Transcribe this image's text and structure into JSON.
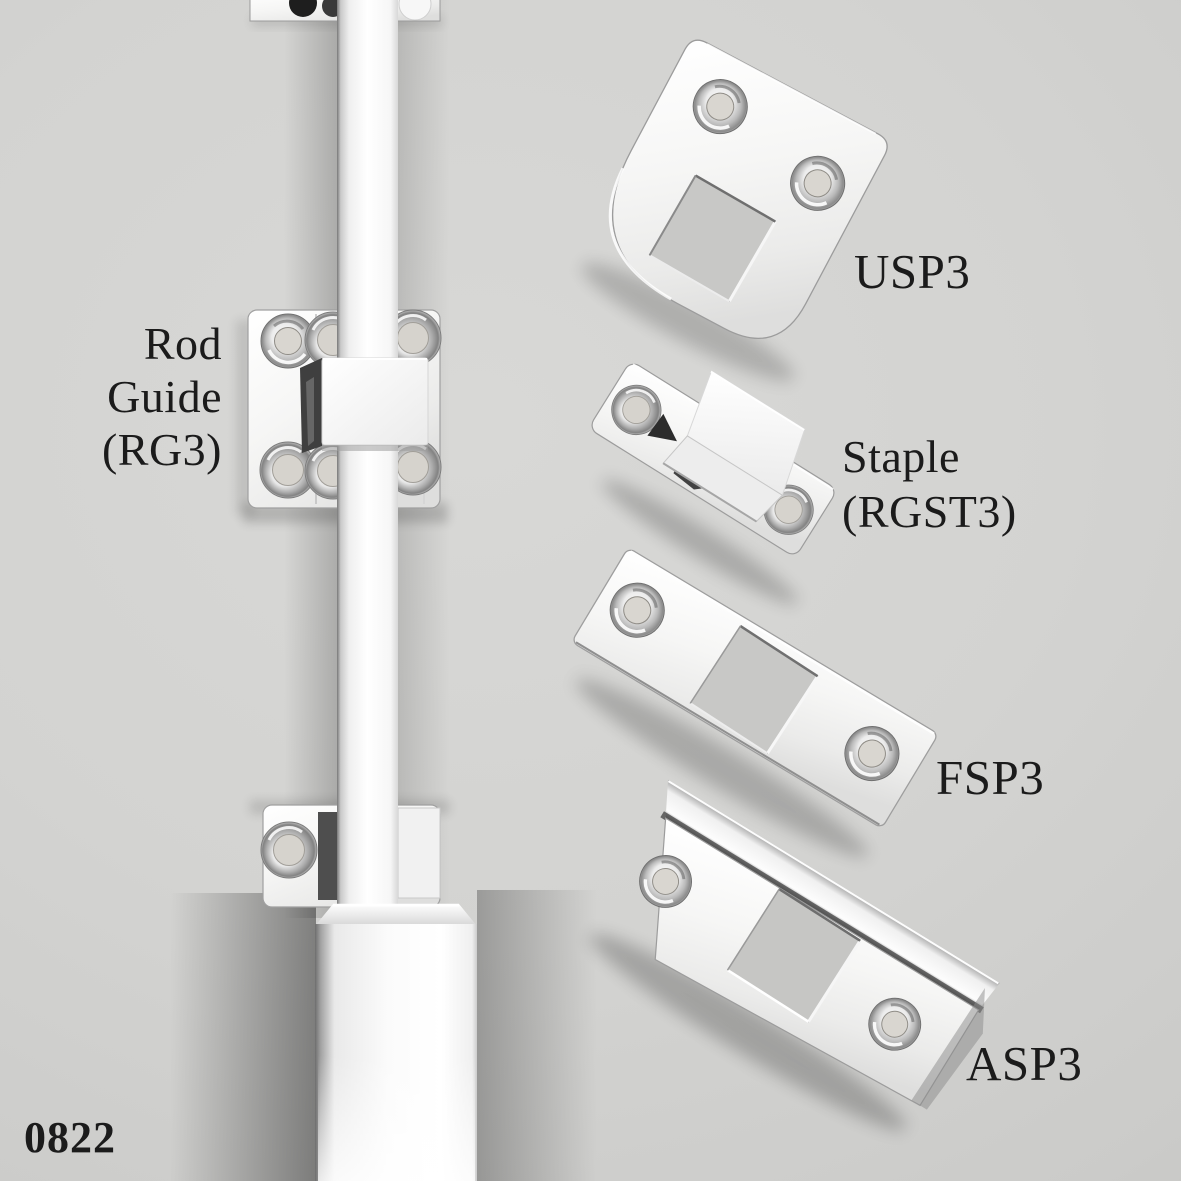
{
  "labels": {
    "rod_guide": {
      "line1": "Rod",
      "line2": "Guide",
      "line3": "(RG3)"
    },
    "usp3": "USP3",
    "staple": {
      "line1": "Staple",
      "line2": "(RGST3)"
    },
    "fsp3": "FSP3",
    "asp3": "ASP3",
    "photo_code": "0822"
  },
  "colors": {
    "background": "#d3d3d1",
    "label_text": "#1b1b1b",
    "chrome_white": "#fbfbfb",
    "chrome_mid": "#d9d9d9",
    "chrome_dark": "#7a7a7a"
  }
}
